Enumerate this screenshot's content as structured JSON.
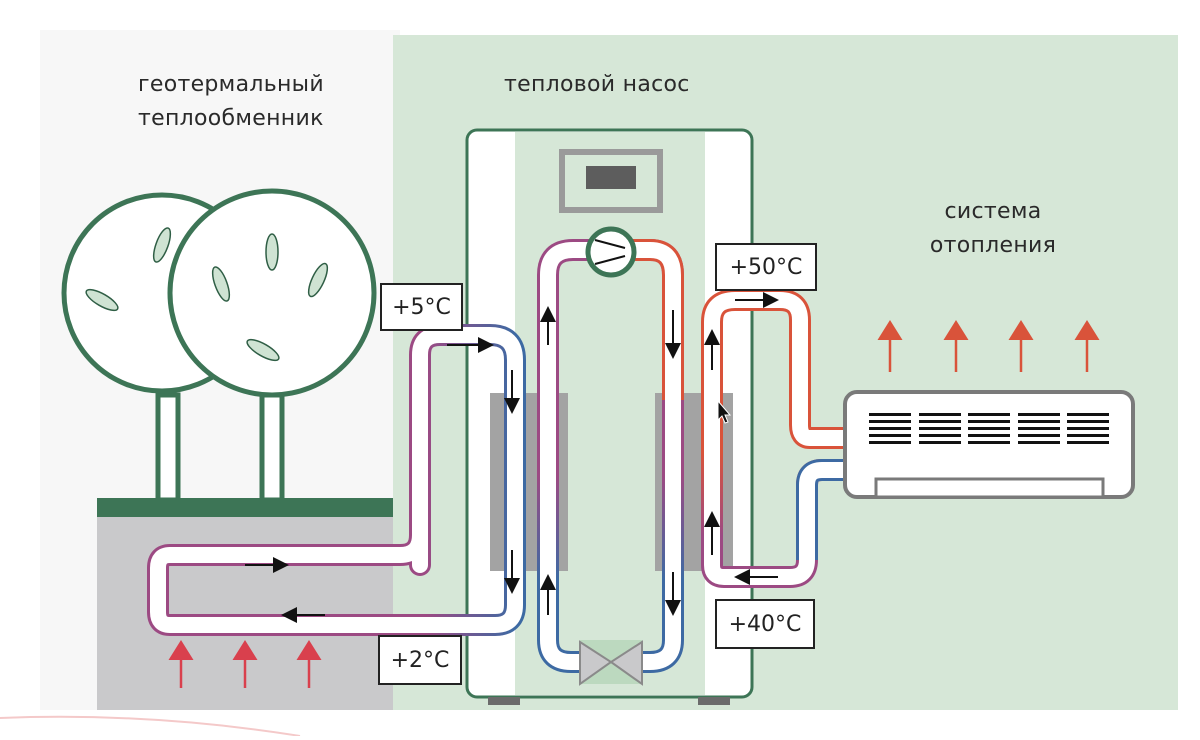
{
  "diagram": {
    "title_left": [
      "геотермальный",
      "теплообменник"
    ],
    "title_center": "тепловой насос",
    "title_right": [
      "система",
      "отопления"
    ],
    "temperatures": {
      "ground_out": "+5°C",
      "ground_return": "+2°C",
      "heating_supply": "+50°C",
      "heating_return": "+40°C"
    },
    "components": [
      "geothermal-loop",
      "evaporator",
      "compressor",
      "condenser",
      "expansion-valve",
      "heating-unit",
      "controller-display"
    ],
    "colors": {
      "panel_green": "#d6e7d7",
      "ground_gray": "#c9c9cb",
      "tree_green": "#3d7556",
      "hot_pipe": "#d9533a",
      "cold_pipe": "#3d6aa3",
      "mid_pipe": "#9c4a83",
      "heat_arrow": "#d9404d"
    }
  }
}
